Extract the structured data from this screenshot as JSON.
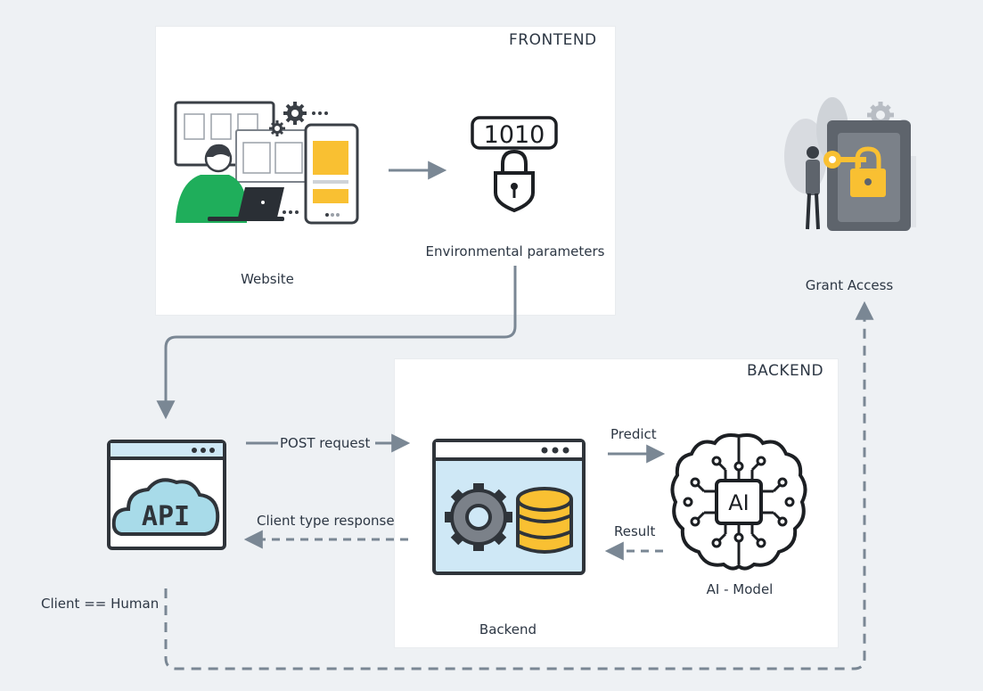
{
  "frontend": {
    "title": "FRONTEND",
    "website_label": "Website",
    "env_label": "Environmental parameters",
    "binary_text": "1010"
  },
  "backend": {
    "title": "BACKEND",
    "backend_label": "Backend",
    "model_label": "AI - Model",
    "model_chip_text": "AI"
  },
  "api": {
    "icon_text": "API"
  },
  "flows": {
    "post_request": "POST request",
    "client_type_response": "Client type response",
    "predict": "Predict",
    "result": "Result",
    "client_human": "Client == Human",
    "grant_access": "Grant Access"
  },
  "colors": {
    "background": "#eef1f4",
    "arrow": "#7a8794",
    "accent_yellow": "#f9c032",
    "accent_green": "#1fae5b",
    "api_cloud": "#a8dbe9",
    "window_blue": "#cfe8f6"
  }
}
